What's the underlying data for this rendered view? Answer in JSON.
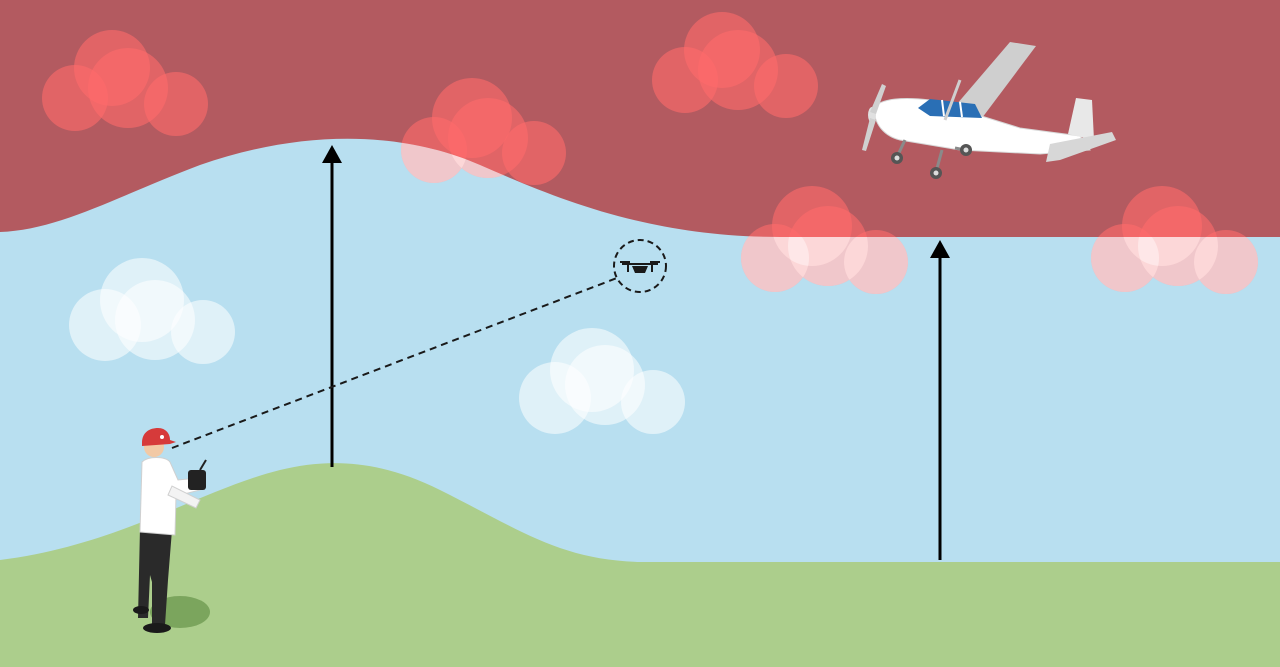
{
  "diagram": {
    "colors": {
      "sky": "#b8dff0",
      "restricted_airspace": "#b35a60",
      "ground": "#acce8c",
      "cloud_in_sky": "#ffffff",
      "cloud_in_restricted": "#ff6b6b",
      "height_arrow": "#000000",
      "control_link_line": "#1a1a1a",
      "pilot_cap": "#d63a3a",
      "pilot_shirt": "#ffffff",
      "pilot_pants": "#2a2a2a",
      "aircraft_body": "#ffffff",
      "aircraft_wing": "#cfcfcf",
      "aircraft_window": "#2a6fb5"
    },
    "elements": {
      "restricted_airspace": "restricted-airspace-band",
      "ground": "rolling-terrain",
      "pilot": "drone-operator-with-remote",
      "drone": "quadcopter-drone-icon",
      "aircraft": "high-wing-airplane-icon",
      "height_arrows": [
        "height-above-hill-arrow",
        "height-above-ground-arrow"
      ],
      "control_link": "dashed-line-of-sight"
    }
  }
}
